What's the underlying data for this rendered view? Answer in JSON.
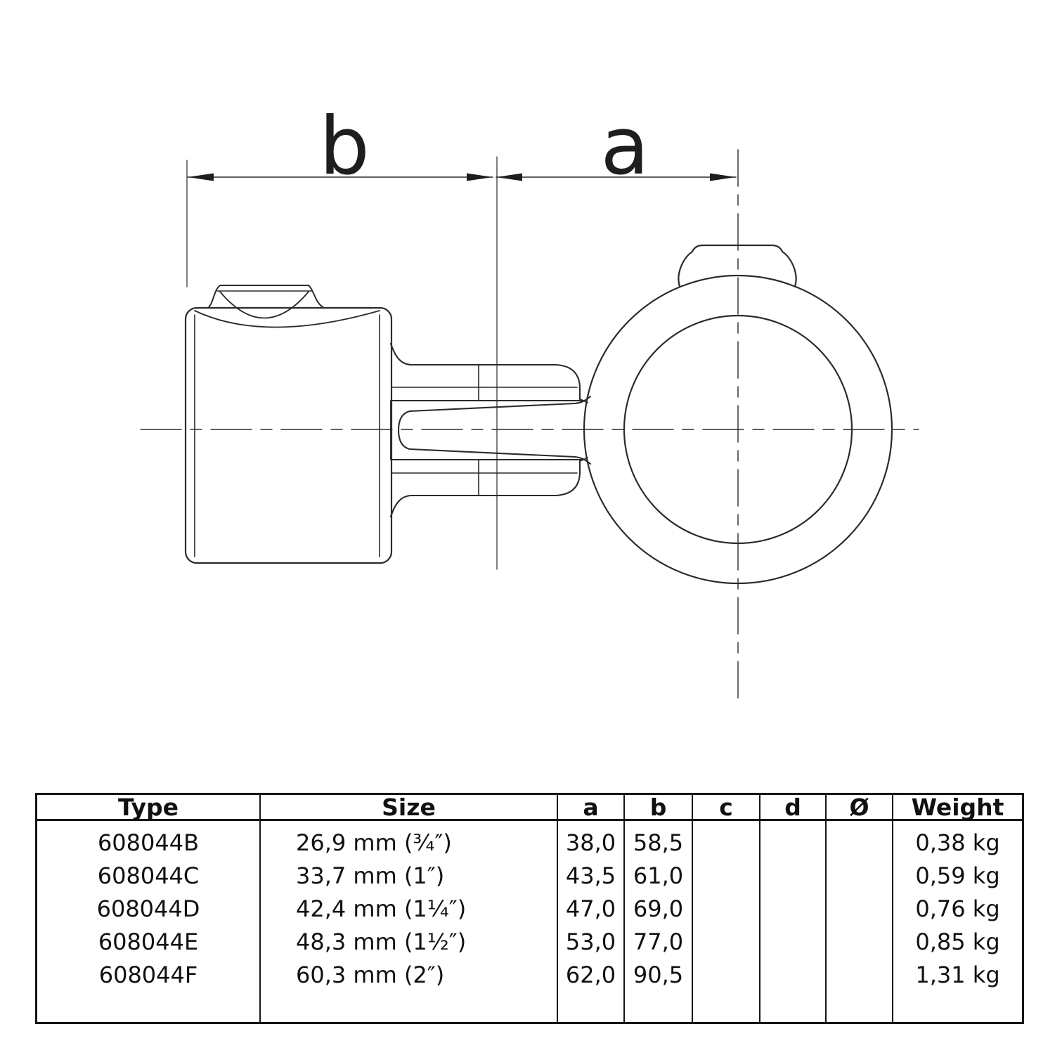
{
  "page": {
    "background": "#ffffff",
    "line_color": "#2b2b2b",
    "text_color": "#111111"
  },
  "drawing": {
    "kind": "technical-drawing",
    "views": [
      "socket-side-view-with-fork",
      "swivel-ring-front-view"
    ],
    "dimension_labels": {
      "b": "b",
      "a": "a"
    }
  },
  "table": {
    "headers": {
      "type": "Type",
      "size": "Size",
      "a": "a",
      "b": "b",
      "c": "c",
      "d": "d",
      "diameter": "Ø",
      "weight": "Weight"
    },
    "rows": [
      {
        "type": "608044B",
        "size": "26,9 mm (¾″)",
        "a": "38,0",
        "b": "58,5",
        "c": "",
        "d": "",
        "diameter": "",
        "weight": "0,38 kg"
      },
      {
        "type": "608044C",
        "size": "33,7 mm (1″)",
        "a": "43,5",
        "b": "61,0",
        "c": "",
        "d": "",
        "diameter": "",
        "weight": "0,59 kg"
      },
      {
        "type": "608044D",
        "size": "42,4 mm (1¼″)",
        "a": "47,0",
        "b": "69,0",
        "c": "",
        "d": "",
        "diameter": "",
        "weight": "0,76 kg"
      },
      {
        "type": "608044E",
        "size": "48,3 mm (1½″)",
        "a": "53,0",
        "b": "77,0",
        "c": "",
        "d": "",
        "diameter": "",
        "weight": "0,85 kg"
      },
      {
        "type": "608044F",
        "size": "60,3 mm (2″)",
        "a": "62,0",
        "b": "90,5",
        "c": "",
        "d": "",
        "diameter": "",
        "weight": "1,31 kg"
      }
    ]
  }
}
